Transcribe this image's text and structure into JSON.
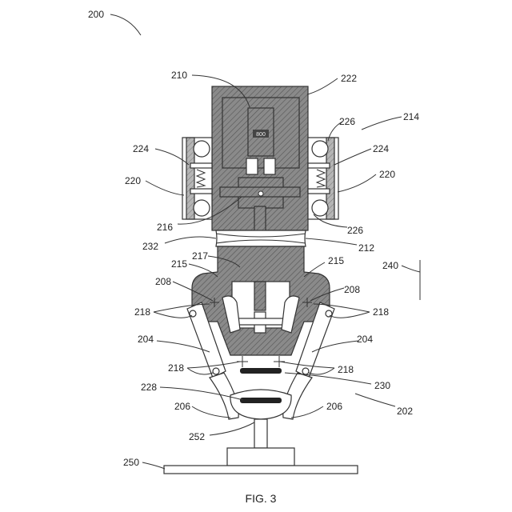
{
  "figure": {
    "caption": "FIG. 3",
    "inner_label": "800"
  },
  "labels": {
    "l200": "200",
    "l210": "210",
    "l222": "222",
    "l226a": "226",
    "l214": "214",
    "l224a": "224",
    "l224b": "224",
    "l220a": "220",
    "l220b": "220",
    "l216": "216",
    "l226b": "226",
    "l232": "232",
    "l212": "212",
    "l217": "217",
    "l215a": "215",
    "l215b": "215",
    "l240": "240",
    "l208a": "208",
    "l208b": "208",
    "l218a": "218",
    "l218b": "218",
    "l218c": "218",
    "l218d": "218",
    "l204a": "204",
    "l204b": "204",
    "l230": "230",
    "l228": "228",
    "l202": "202",
    "l206a": "206",
    "l206b": "206",
    "l252": "252",
    "l250": "250"
  }
}
